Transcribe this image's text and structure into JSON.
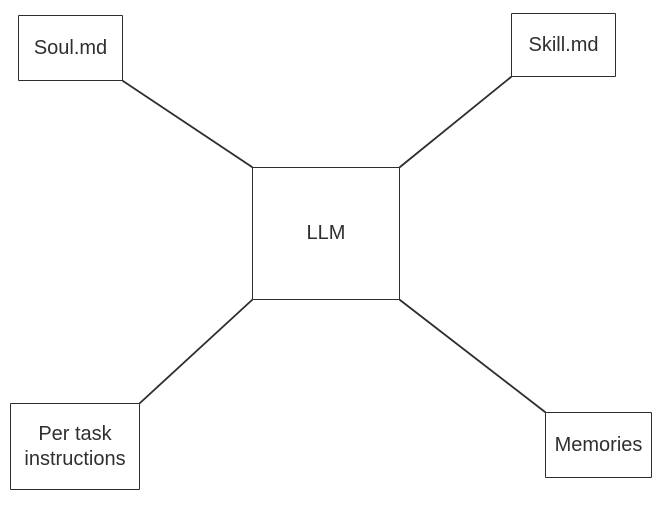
{
  "diagram": {
    "nodes": {
      "llm": {
        "label": "LLM"
      },
      "soul": {
        "label": "Soul.md"
      },
      "skill": {
        "label": "Skill.md"
      },
      "per_task": {
        "label": "Per task instructions"
      },
      "memories": {
        "label": "Memories"
      }
    },
    "connectors": [
      {
        "from": "soul",
        "to": "llm"
      },
      {
        "from": "skill",
        "to": "llm"
      },
      {
        "from": "per_task",
        "to": "llm"
      },
      {
        "from": "memories",
        "to": "llm"
      }
    ],
    "colors": {
      "stroke": "#2d2d2d",
      "text": "#2f2f2f",
      "background": "#ffffff"
    }
  }
}
